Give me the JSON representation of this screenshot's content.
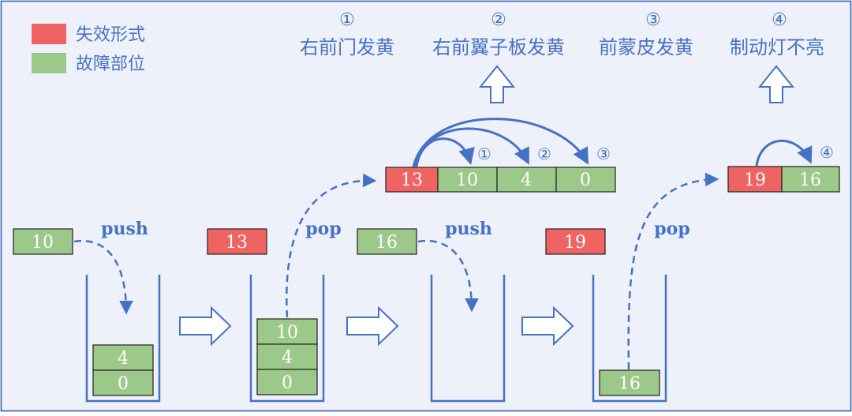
{
  "colors": {
    "failure": "#ef6363",
    "part": "#9cc88a",
    "accent": "#4472c4",
    "frame": "#3b5ca8",
    "background": "#eef1f9"
  },
  "legend": {
    "failure_label": "失效形式",
    "part_label": "故障部位"
  },
  "top": {
    "markers": [
      "①",
      "②",
      "③",
      "④"
    ],
    "faults": [
      "右前门发黄",
      "右前翼子板发黄",
      "前蒙皮发黄",
      "制动灯不亮"
    ]
  },
  "record1": {
    "cells": [
      "13",
      "10",
      "4",
      "0"
    ],
    "markers": [
      "①",
      "②",
      "③"
    ]
  },
  "record2": {
    "cells": [
      "19",
      "16"
    ],
    "markers": [
      "④"
    ]
  },
  "steps": [
    {
      "incoming": "10",
      "action": "push",
      "stack": [
        "4",
        "0"
      ]
    },
    {
      "incoming": "13",
      "action": "pop",
      "stack": [
        "10",
        "4",
        "0"
      ]
    },
    {
      "incoming": "16",
      "action": "push",
      "stack": []
    },
    {
      "incoming": "19",
      "action": "pop",
      "stack": [
        "16"
      ]
    }
  ]
}
